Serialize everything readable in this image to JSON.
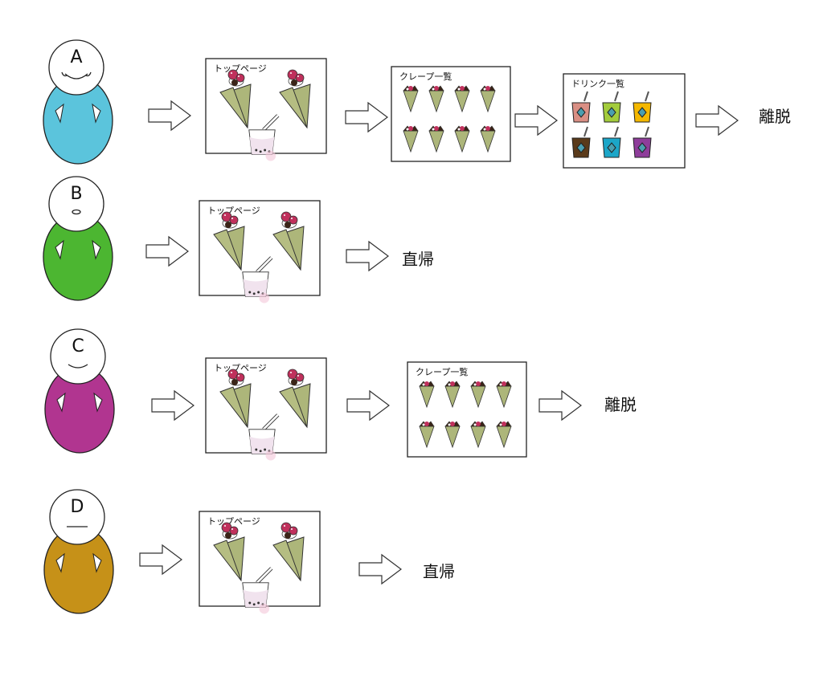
{
  "users": [
    {
      "letter": "A",
      "face": "smile-dimples",
      "body_color": "#5bc4dc",
      "path": [
        {
          "page": "top",
          "label": "トップページ"
        },
        {
          "page": "crepes",
          "label": "クレープ一覧"
        },
        {
          "page": "drinks",
          "label": "ドリンク一覧"
        }
      ],
      "outcome": "離脱"
    },
    {
      "letter": "B",
      "face": "small-mouth",
      "body_color": "#4cb631",
      "path": [
        {
          "page": "top",
          "label": "トップページ"
        }
      ],
      "outcome": "直帰"
    },
    {
      "letter": "C",
      "face": "smile",
      "body_color": "#b13590",
      "path": [
        {
          "page": "top",
          "label": "トップページ"
        },
        {
          "page": "crepes",
          "label": "クレープ一覧"
        }
      ],
      "outcome": "離脱"
    },
    {
      "letter": "D",
      "face": "flat-mouth",
      "body_color": "#c69118",
      "path": [
        {
          "page": "top",
          "label": "トップページ"
        }
      ],
      "outcome": "直帰"
    }
  ],
  "drink_colors": [
    "#d98f84",
    "#a3cc3c",
    "#f4b800",
    "#5a3a1a",
    "#1ca6c8",
    "#8e3d9a"
  ],
  "crepe_colors": {
    "cone": "#adb67a",
    "berry": "#c0305c",
    "chocolate": "#3a2418",
    "cream": "#ffffff"
  }
}
